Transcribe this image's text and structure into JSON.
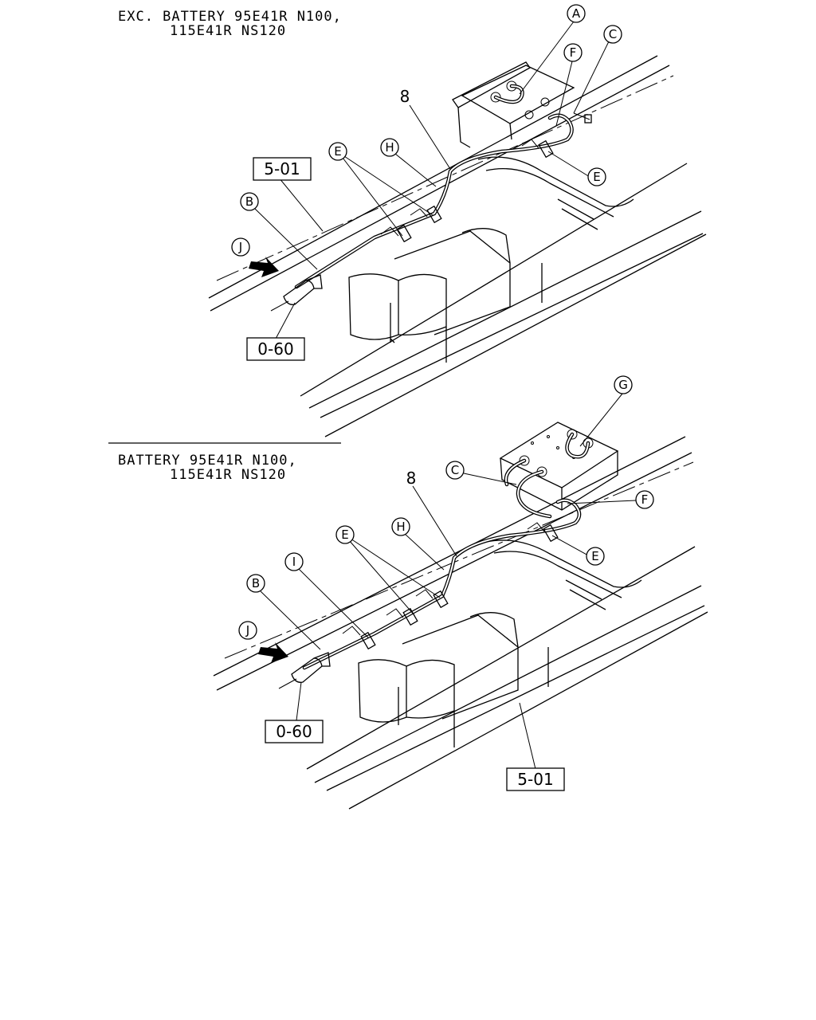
{
  "upper_view": {
    "heading_line1": "EXC. BATTERY 95E41R N100,",
    "heading_line2": "115E41R NS120",
    "callouts": {
      "a": "A",
      "b": "B",
      "c": "C",
      "e_left": "E",
      "e_right": "E",
      "f": "F",
      "h": "H",
      "j": "J"
    },
    "part_number": "8",
    "ref_frame": "5-01",
    "ref_tank": "0-60"
  },
  "lower_view": {
    "heading_line1": "BATTERY 95E41R N100,",
    "heading_line2": "115E41R NS120",
    "callouts": {
      "b": "B",
      "c": "C",
      "e_left": "E",
      "e_right": "E",
      "f": "F",
      "g": "G",
      "h": "H",
      "i": "I",
      "j": "J"
    },
    "part_number": "8",
    "ref_frame": "5-01",
    "ref_tank": "0-60"
  }
}
